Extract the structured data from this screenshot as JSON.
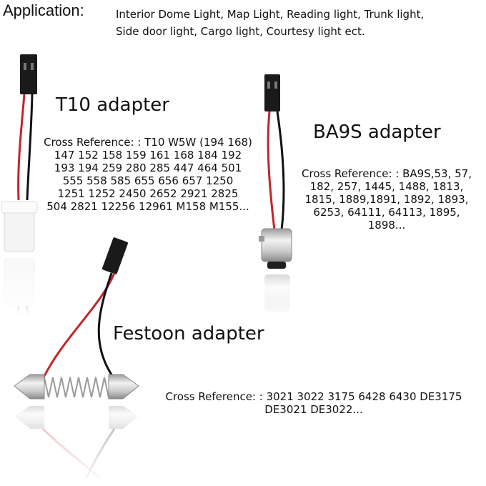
{
  "application": {
    "label": "Application:",
    "lines": [
      "Interior Dome Light, Map Light, Reading light, Trunk light,",
      "Side door light, Cargo light, Courtesy light ect."
    ]
  },
  "t10": {
    "title": "T10 adapter",
    "xref_lines": [
      "Cross Reference: : T10 W5W (194 168)",
      "147 152 158 159 161 168 184 192",
      "193 194 259 280 285 447 464 501",
      "555 558 585 655 656 657 1250",
      "1251 1252 2450 2652 2921 2825",
      "504 2821 12256 12961 M158 M155..."
    ]
  },
  "ba9s": {
    "title": "BA9S adapter",
    "xref_lines": [
      "Cross Reference: : BA9S,53, 57,",
      "182, 257, 1445, 1488, 1813,",
      "1815, 1889,1891, 1892, 1893,",
      "6253, 64111, 64113, 1895,",
      "1898..."
    ]
  },
  "festoon": {
    "title": "Festoon adapter",
    "xref_lines": [
      "Cross Reference: : 3021 3022 3175 6428 6430 DE3175",
      "DE3021 DE3022..."
    ]
  },
  "colors": {
    "wire_red": "#c0262a",
    "wire_black": "#111111",
    "connector": "#1a1a1a",
    "metal": "#cfcfcf",
    "socket": "#f4f4f4"
  }
}
